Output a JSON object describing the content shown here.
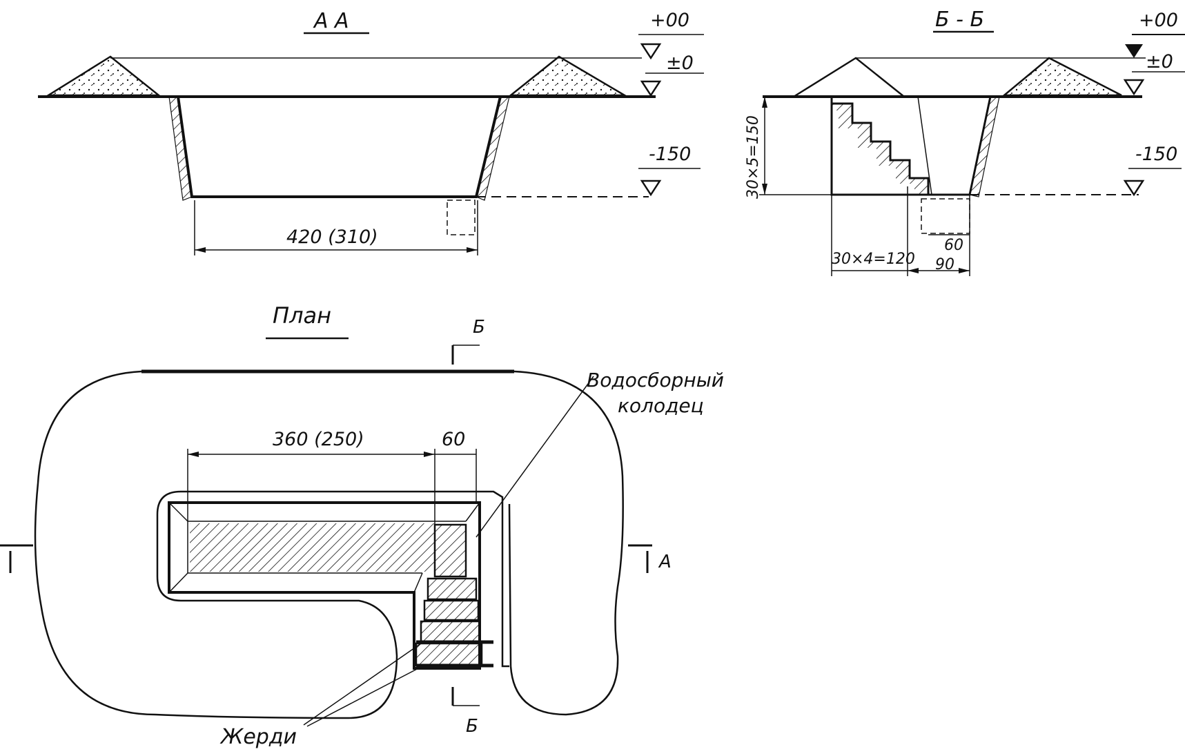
{
  "section_aa": {
    "title": "А  А",
    "elev_top": "+00",
    "elev_zero": "±0",
    "elev_bottom": "-150",
    "dim_width": "420 (310)"
  },
  "section_bb": {
    "title": "Б - Б",
    "elev_top": "+00",
    "elev_zero": "±0",
    "elev_bottom": "-150",
    "dim_height": "30×5=150",
    "dim_steps": "30×4=120",
    "dim_60": "60",
    "dim_90": "90"
  },
  "plan": {
    "title": "План",
    "cut_b_top": "Б",
    "cut_b_bottom": "Б",
    "cut_a_right": "А",
    "dim_length": "360 (250)",
    "dim_60": "60",
    "well_label_line1": "Водосборный",
    "well_label_line2": "колодец",
    "poles_label": "Жерди"
  },
  "colors": {
    "ink": "#111111",
    "background": "#ffffff"
  }
}
